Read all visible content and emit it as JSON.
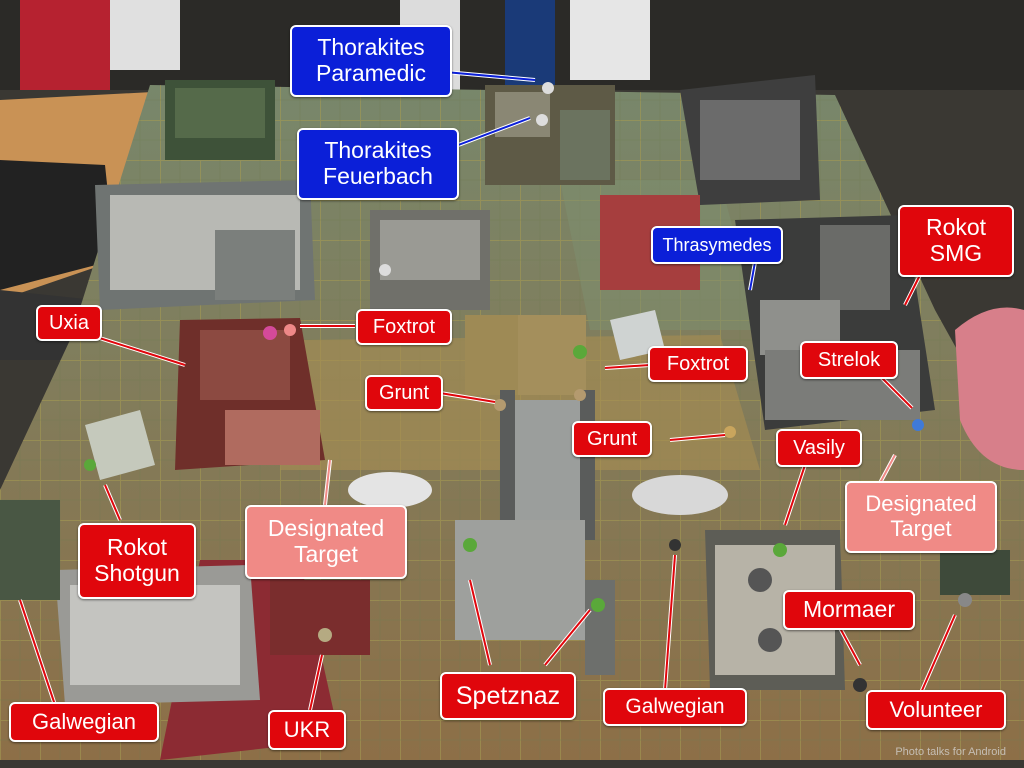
{
  "labels": {
    "thorakites_paramedic": "Thorakites\nParamedic",
    "thorakites_feuerbach": "Thorakites\nFeuerbach",
    "thrasymedes": "Thrasymedes",
    "rokot_smg": "Rokot\nSMG",
    "uxia": "Uxia",
    "foxtrot_left": "Foxtrot",
    "foxtrot_right": "Foxtrot",
    "grunt_left": "Grunt",
    "grunt_right": "Grunt",
    "strelok": "Strelok",
    "vasily": "Vasily",
    "designated_target_right": "Designated\nTarget",
    "designated_target_left": "Designated\nTarget",
    "rokot_shotgun": "Rokot\nShotgun",
    "mormaer": "Mormaer",
    "spetznaz": "Spetznaz",
    "galwegian_left": "Galwegian",
    "galwegian_center": "Galwegian",
    "ukr": "UKR",
    "volunteer": "Volunteer"
  },
  "watermark": "Photo talks for Android",
  "colors": {
    "blue": "#0b1fd8",
    "red": "#e0060c",
    "pink": "#f08a86",
    "mat": "#8c8a55"
  }
}
